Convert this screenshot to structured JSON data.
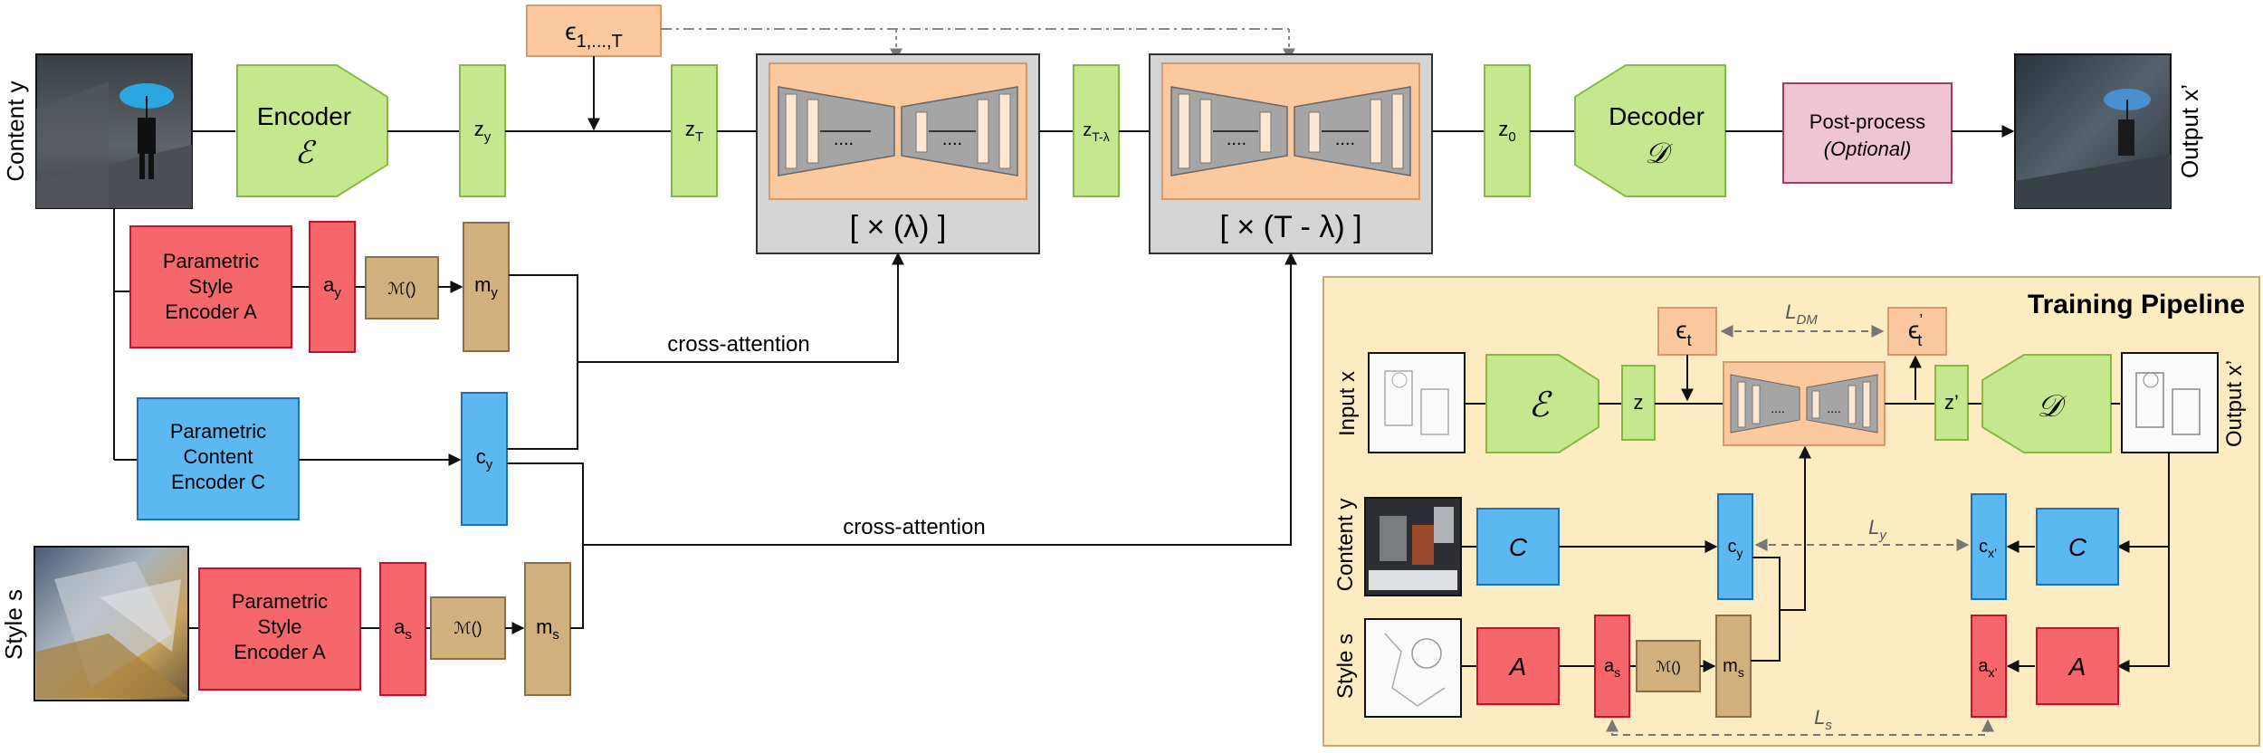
{
  "labels": {
    "content_y": "Content y",
    "style_s": "Style s",
    "output_x": "Output x’",
    "encoder": "Encoder",
    "encoder_sym": "ℰ",
    "decoder": "Decoder",
    "decoder_sym": "𝒟",
    "post_process": "Post-process",
    "optional": "(Optional)",
    "z_y": "zy",
    "z_T": "zT",
    "z_Tl": "zT-λ",
    "z_0": "z0",
    "eps_seq": "ϵ1,...,T",
    "times_l": "[ × (λ) ]",
    "times_Tl": "[ × (T - λ) ]",
    "pse_a_1": "Parametric",
    "pse_a_2": "Style",
    "pse_a_3": "Encoder A",
    "pce_1": "Parametric",
    "pce_2": "Content",
    "pce_3": "Encoder C",
    "a_y": "ay",
    "a_s": "as",
    "m_func": "ℳ()",
    "m_y": "my",
    "m_s": "ms",
    "c_y": "cy",
    "cross_attention_1": "cross-attention",
    "cross_attention_2": "cross-attention",
    "dots": "...."
  },
  "training": {
    "title": "Training Pipeline",
    "input_x": "Input x",
    "content_y": "Content y",
    "style_s": "Style s",
    "output_x": "Output x’",
    "enc_sym": "ℰ",
    "dec_sym": "𝒟",
    "z": "z",
    "z_prime": "z’",
    "eps_t": "ϵt",
    "eps_t_prime": "ϵ’t",
    "L_DM": "LDM",
    "L_y": "Ly",
    "L_s": "Ls",
    "C": "C",
    "A": "A",
    "c_y": "cy",
    "c_x": "cx’",
    "a_s": "as",
    "a_x": "ax’",
    "m_func": "ℳ()",
    "m_s": "ms"
  },
  "colors": {
    "green_fill": "#c5e88e",
    "green_stroke": "#86b843",
    "red_fill": "#f5676b",
    "red_stroke": "#c8102e",
    "blue_fill": "#5cb8f0",
    "blue_stroke": "#1f6fb8",
    "tan_fill": "#d2b07e",
    "tan_stroke": "#8d6e4a",
    "orange_fill": "#fcc89e",
    "orange_stroke": "#d59a6a",
    "gray_fill": "#d4d4d4",
    "pink_fill": "#efc5d3",
    "pink_stroke": "#a23b6a",
    "training_bg": "#fdecc2",
    "training_stroke": "#c8a866"
  },
  "icons": [
    "rainy-street-photo",
    "abstract-painting",
    "robot-sketch",
    "robot-toy-photo",
    "robot-style-sketch",
    "stylized-output"
  ]
}
